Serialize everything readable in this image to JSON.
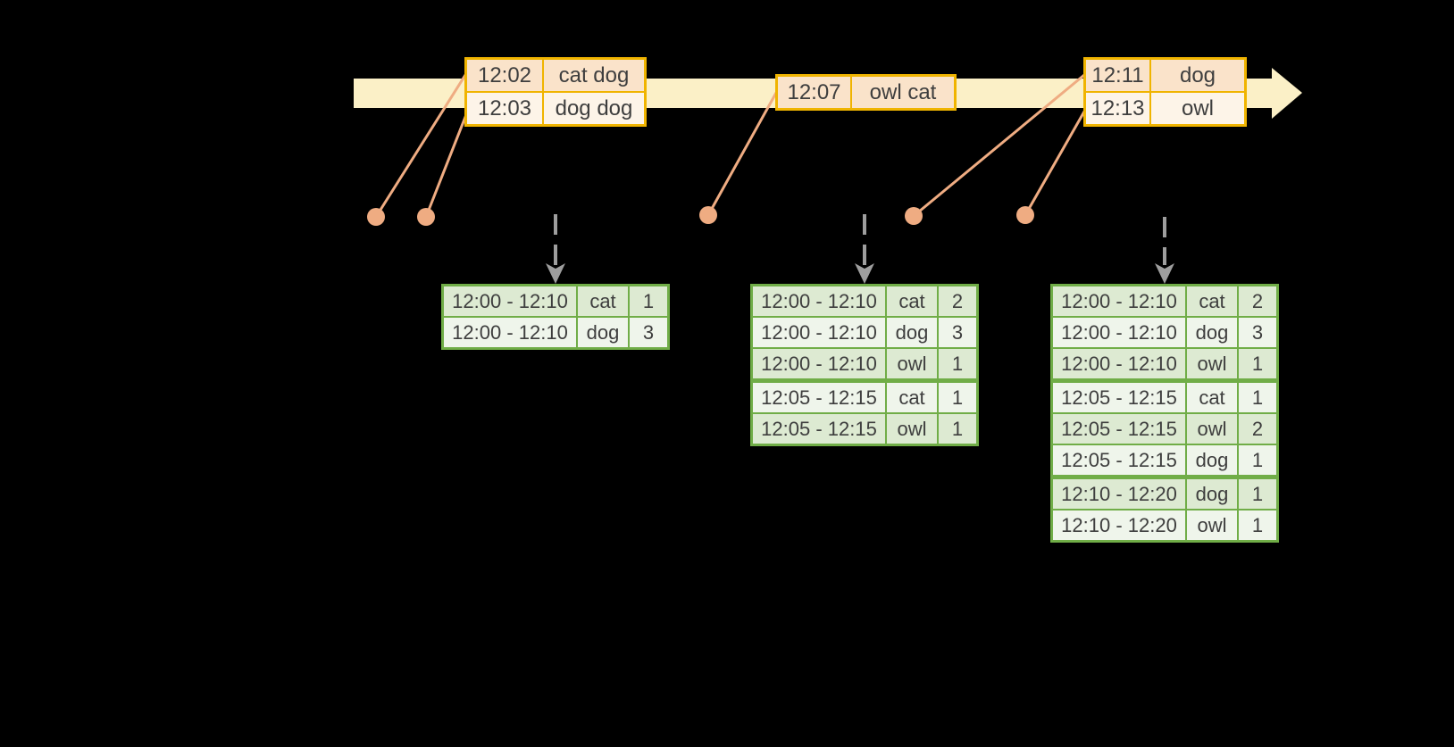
{
  "colors": {
    "background": "#000000",
    "timeline_fill": "#fbf0c7",
    "event_border": "#f0b400",
    "event_row_odd": "#fae3ca",
    "event_row_even": "#fdf4e8",
    "connector": "#efac82",
    "trigger_gray": "#9e9e9e",
    "green_border": "#70ad47",
    "green_row_odd": "#ddead2",
    "green_row_even": "#eff5eb",
    "text": "#3e3e3e"
  },
  "event_tables": [
    {
      "rows": [
        {
          "time": "12:02",
          "words": "cat dog"
        },
        {
          "time": "12:03",
          "words": "dog dog"
        }
      ]
    },
    {
      "rows": [
        {
          "time": "12:07",
          "words": "owl cat"
        }
      ]
    },
    {
      "rows": [
        {
          "time": "12:11",
          "words": "dog"
        },
        {
          "time": "12:13",
          "words": "owl"
        }
      ]
    }
  ],
  "result_tables": [
    {
      "rows": [
        {
          "window": "12:00 - 12:10",
          "word": "cat",
          "count": "1"
        },
        {
          "window": "12:00 - 12:10",
          "word": "dog",
          "count": "3"
        }
      ]
    },
    {
      "rows": [
        {
          "window": "12:00 - 12:10",
          "word": "cat",
          "count": "2"
        },
        {
          "window": "12:00 - 12:10",
          "word": "dog",
          "count": "3"
        },
        {
          "window": "12:00 - 12:10",
          "word": "owl",
          "count": "1"
        },
        {
          "window": "12:05 - 12:15",
          "word": "cat",
          "count": "1"
        },
        {
          "window": "12:05 - 12:15",
          "word": "owl",
          "count": "1"
        }
      ]
    },
    {
      "rows": [
        {
          "window": "12:00 - 12:10",
          "word": "cat",
          "count": "2"
        },
        {
          "window": "12:00 - 12:10",
          "word": "dog",
          "count": "3"
        },
        {
          "window": "12:00 - 12:10",
          "word": "owl",
          "count": "1"
        },
        {
          "window": "12:05 - 12:15",
          "word": "cat",
          "count": "1"
        },
        {
          "window": "12:05 - 12:15",
          "word": "owl",
          "count": "2"
        },
        {
          "window": "12:05 - 12:15",
          "word": "dog",
          "count": "1"
        },
        {
          "window": "12:10 - 12:20",
          "word": "dog",
          "count": "1"
        },
        {
          "window": "12:10 - 12:20",
          "word": "owl",
          "count": "1"
        }
      ]
    }
  ]
}
